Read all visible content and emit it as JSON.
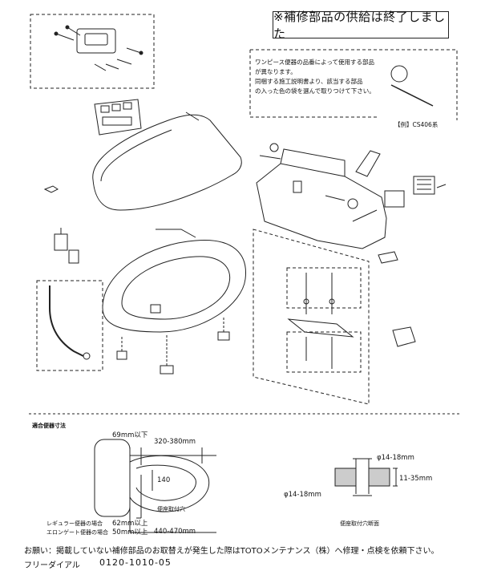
{
  "notice": "※補修部品の供給は終了しました",
  "note": {
    "lines": [
      "ワンピース便器の品番によって使用する部品",
      "が異なります。",
      "同梱する施工説明書より、該当する部品",
      "の入った色の袋を選んで取りつけて下さい。"
    ],
    "example": "【例】CS406系"
  },
  "dimensions": {
    "section_title": "適合便器寸法",
    "width_label": "69mm以下",
    "length_range": "320-380mm",
    "hole_spacing": "140",
    "hole_label": "便座取付穴",
    "regular_label": "レギュラー便器の場合",
    "regular_value": "62mm以上",
    "elongated_label": "エロンゲート便器の場合",
    "elongated_value": "50mm以上",
    "total_length": "440-470mm",
    "hole_dia_top": "φ14-18mm",
    "hole_dia_bottom": "φ14-18mm",
    "thickness": "11-35mm",
    "section_label": "便座取付穴断面"
  },
  "footer": {
    "request": "お願い：掲載していない補修部品のお取替えが発生した際はTOTOメンテナンス（株）へ修理・点検を依頼下さい。",
    "freedial_label": "フリーダイアル",
    "freedial_number": "0120-1010-05"
  }
}
